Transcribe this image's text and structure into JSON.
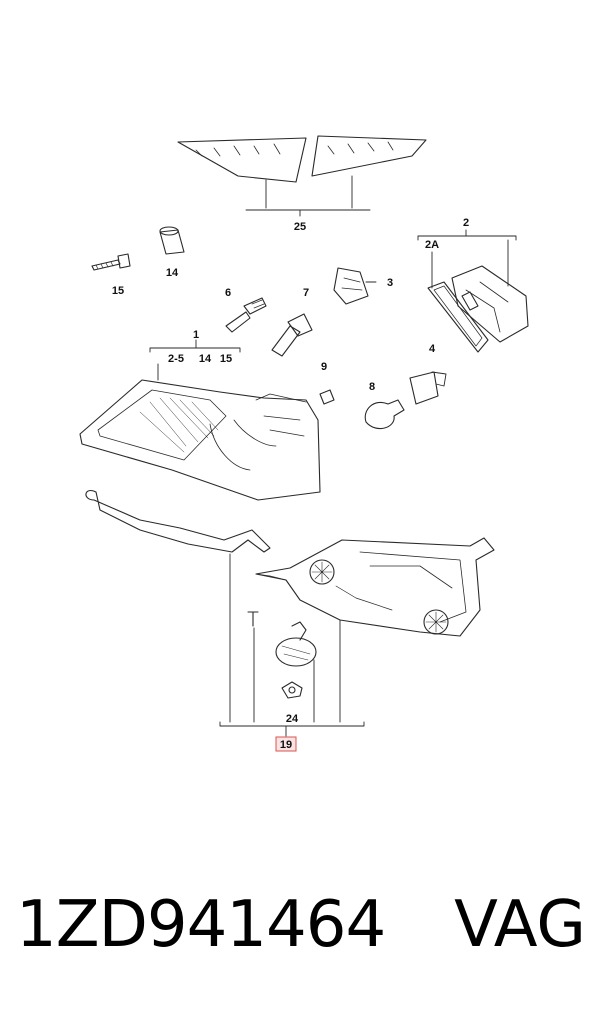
{
  "callouts": {
    "c25": "25",
    "c2": "2",
    "c2a": "2A",
    "c14": "14",
    "c15": "15",
    "c3": "3",
    "c6": "6",
    "c7": "7",
    "c1": "1",
    "c2_5": "2-5",
    "c14b": "14",
    "c15b": "15",
    "c9": "9",
    "c4": "4",
    "c8": "8",
    "c24": "24",
    "c19": "19"
  },
  "caption": {
    "part_number": "1ZD941464",
    "brand": "VAG"
  },
  "colors": {
    "line": "#2a2a2a",
    "highlight_box": "#d9534f"
  }
}
